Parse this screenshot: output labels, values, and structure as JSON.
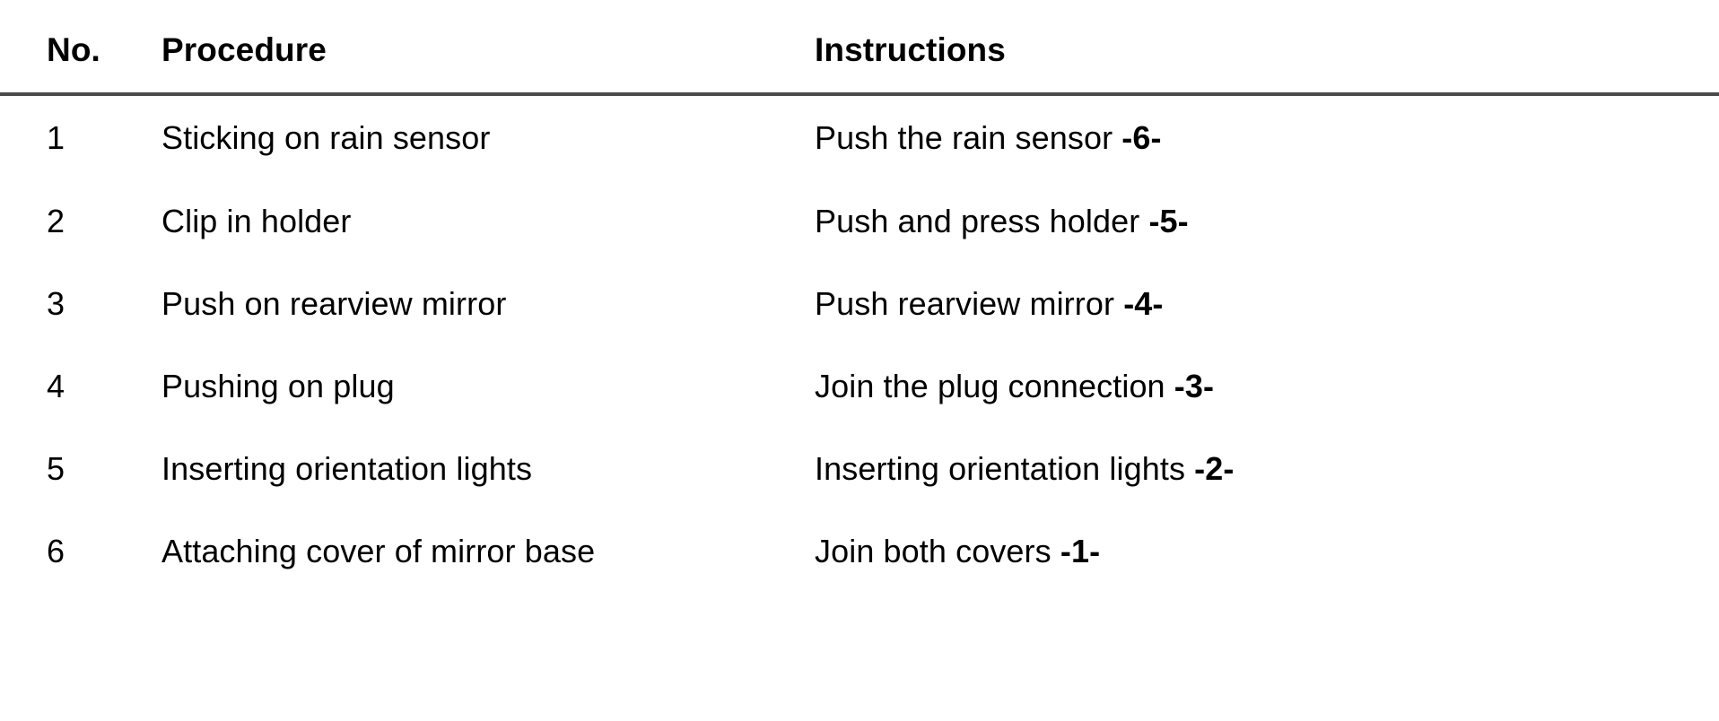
{
  "table": {
    "headers": {
      "no": "No.",
      "procedure": "Procedure",
      "instructions": "Instructions"
    },
    "rule_color": "#4a4a4a",
    "rows": [
      {
        "no": "1",
        "procedure": "Sticking on rain sensor",
        "instruction_text": "Push the rain sensor",
        "instruction_ref": "-6-"
      },
      {
        "no": "2",
        "procedure": "Clip in holder",
        "instruction_text": "Push and press holder",
        "instruction_ref": "-5-"
      },
      {
        "no": "3",
        "procedure": "Push on rearview mirror",
        "instruction_text": "Push rearview mirror",
        "instruction_ref": "-4-"
      },
      {
        "no": "4",
        "procedure": "Pushing on plug",
        "instruction_text": "Join the plug connection",
        "instruction_ref": "-3-"
      },
      {
        "no": "5",
        "procedure": "Inserting orientation lights",
        "instruction_text": "Inserting orientation lights",
        "instruction_ref": "-2-"
      },
      {
        "no": "6",
        "procedure": "Attaching cover of mirror base",
        "instruction_text": "Join both covers",
        "instruction_ref": "-1-"
      }
    ]
  }
}
